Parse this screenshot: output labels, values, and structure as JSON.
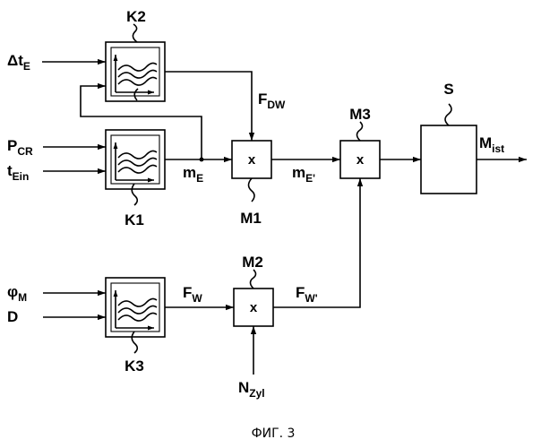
{
  "blocks": {
    "K1": "K1",
    "K2": "K2",
    "K3": "K3",
    "M1": "M1",
    "M2": "M2",
    "M3": "M3",
    "S": "S",
    "mult_symbol": "x"
  },
  "signals": {
    "dt_E": {
      "base": "Δt",
      "sub": "E"
    },
    "P_CR": {
      "base": "P",
      "sub": "CR"
    },
    "t_Ein": {
      "base": "t",
      "sub": "Ein"
    },
    "phi_M": {
      "base": "φ",
      "sub": "M"
    },
    "D": {
      "base": "D",
      "sub": ""
    },
    "m_E": {
      "base": "m",
      "sub": "E"
    },
    "F_DW": {
      "base": "F",
      "sub": "DW"
    },
    "m_E_prime": {
      "base": "m",
      "sub": "E'"
    },
    "F_W": {
      "base": "F",
      "sub": "W"
    },
    "F_W_prime": {
      "base": "F",
      "sub": "W'"
    },
    "N_Zyl": {
      "base": "N",
      "sub": "Zyl"
    },
    "M_ist": {
      "base": "M",
      "sub": "ist"
    }
  },
  "caption": "ФИГ. 3"
}
